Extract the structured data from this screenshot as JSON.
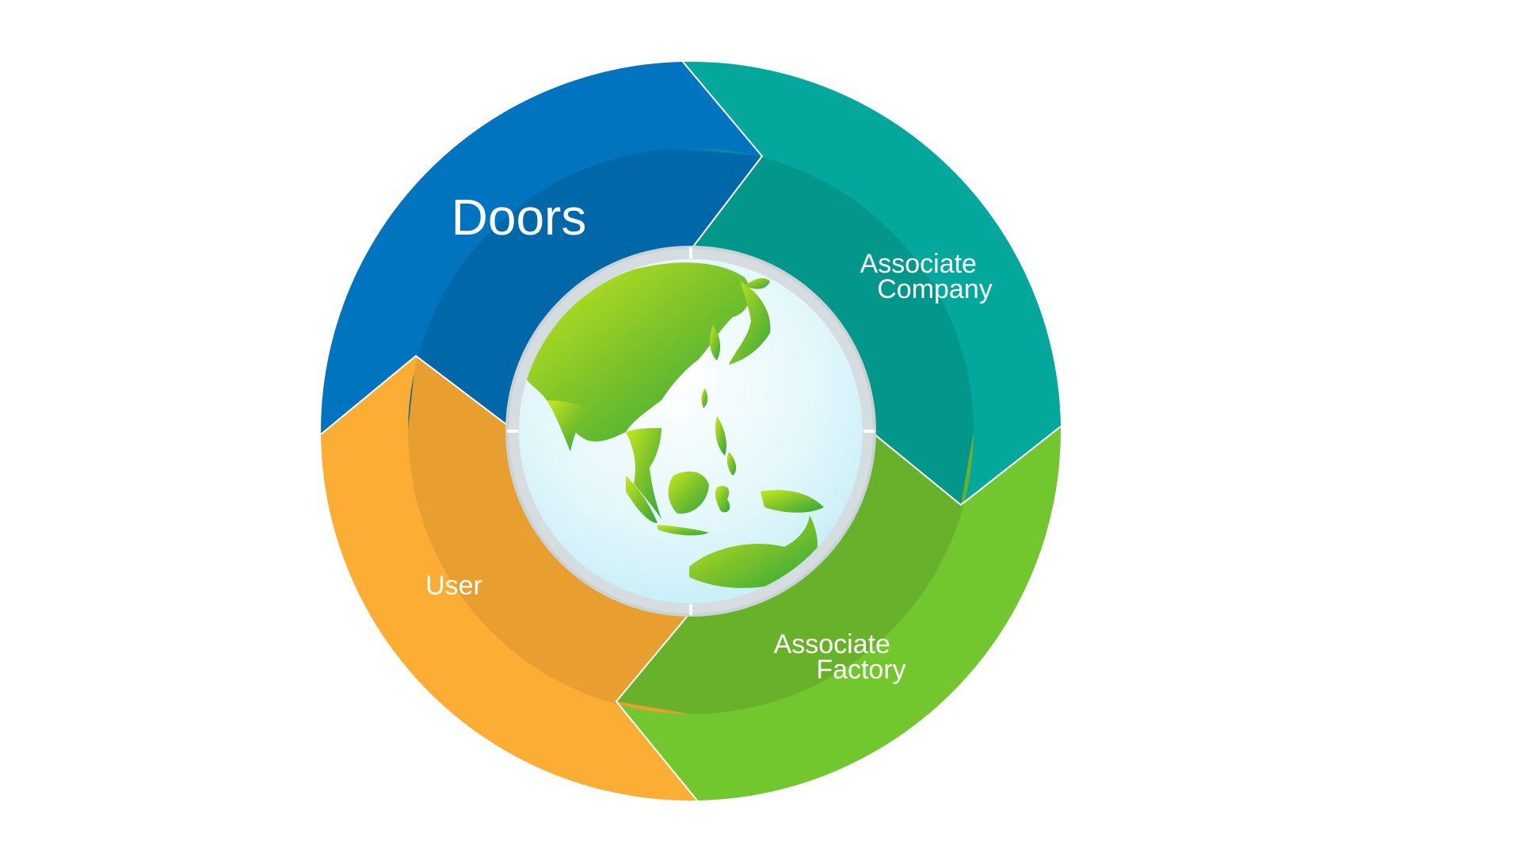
{
  "segments": [
    {
      "id": "doors",
      "lines": [
        "Doors"
      ],
      "color": "#0174bf",
      "inner_color": "#0068a8"
    },
    {
      "id": "associate-company",
      "lines": [
        "Associate",
        "Company"
      ],
      "color": "#03a79b",
      "inner_color": "#03978b"
    },
    {
      "id": "associate-factory",
      "lines": [
        "Associate",
        "Factory"
      ],
      "color": "#72c62e",
      "inner_color": "#68b12a"
    },
    {
      "id": "user",
      "lines": [
        "User"
      ],
      "color": "#fbae33",
      "inner_color": "#e89f2f"
    }
  ],
  "center": {
    "icon": "globe-icon",
    "ring_color": "#d6dde0",
    "ocean_color": "#dff6fb",
    "land_color": "#8cc63f"
  }
}
